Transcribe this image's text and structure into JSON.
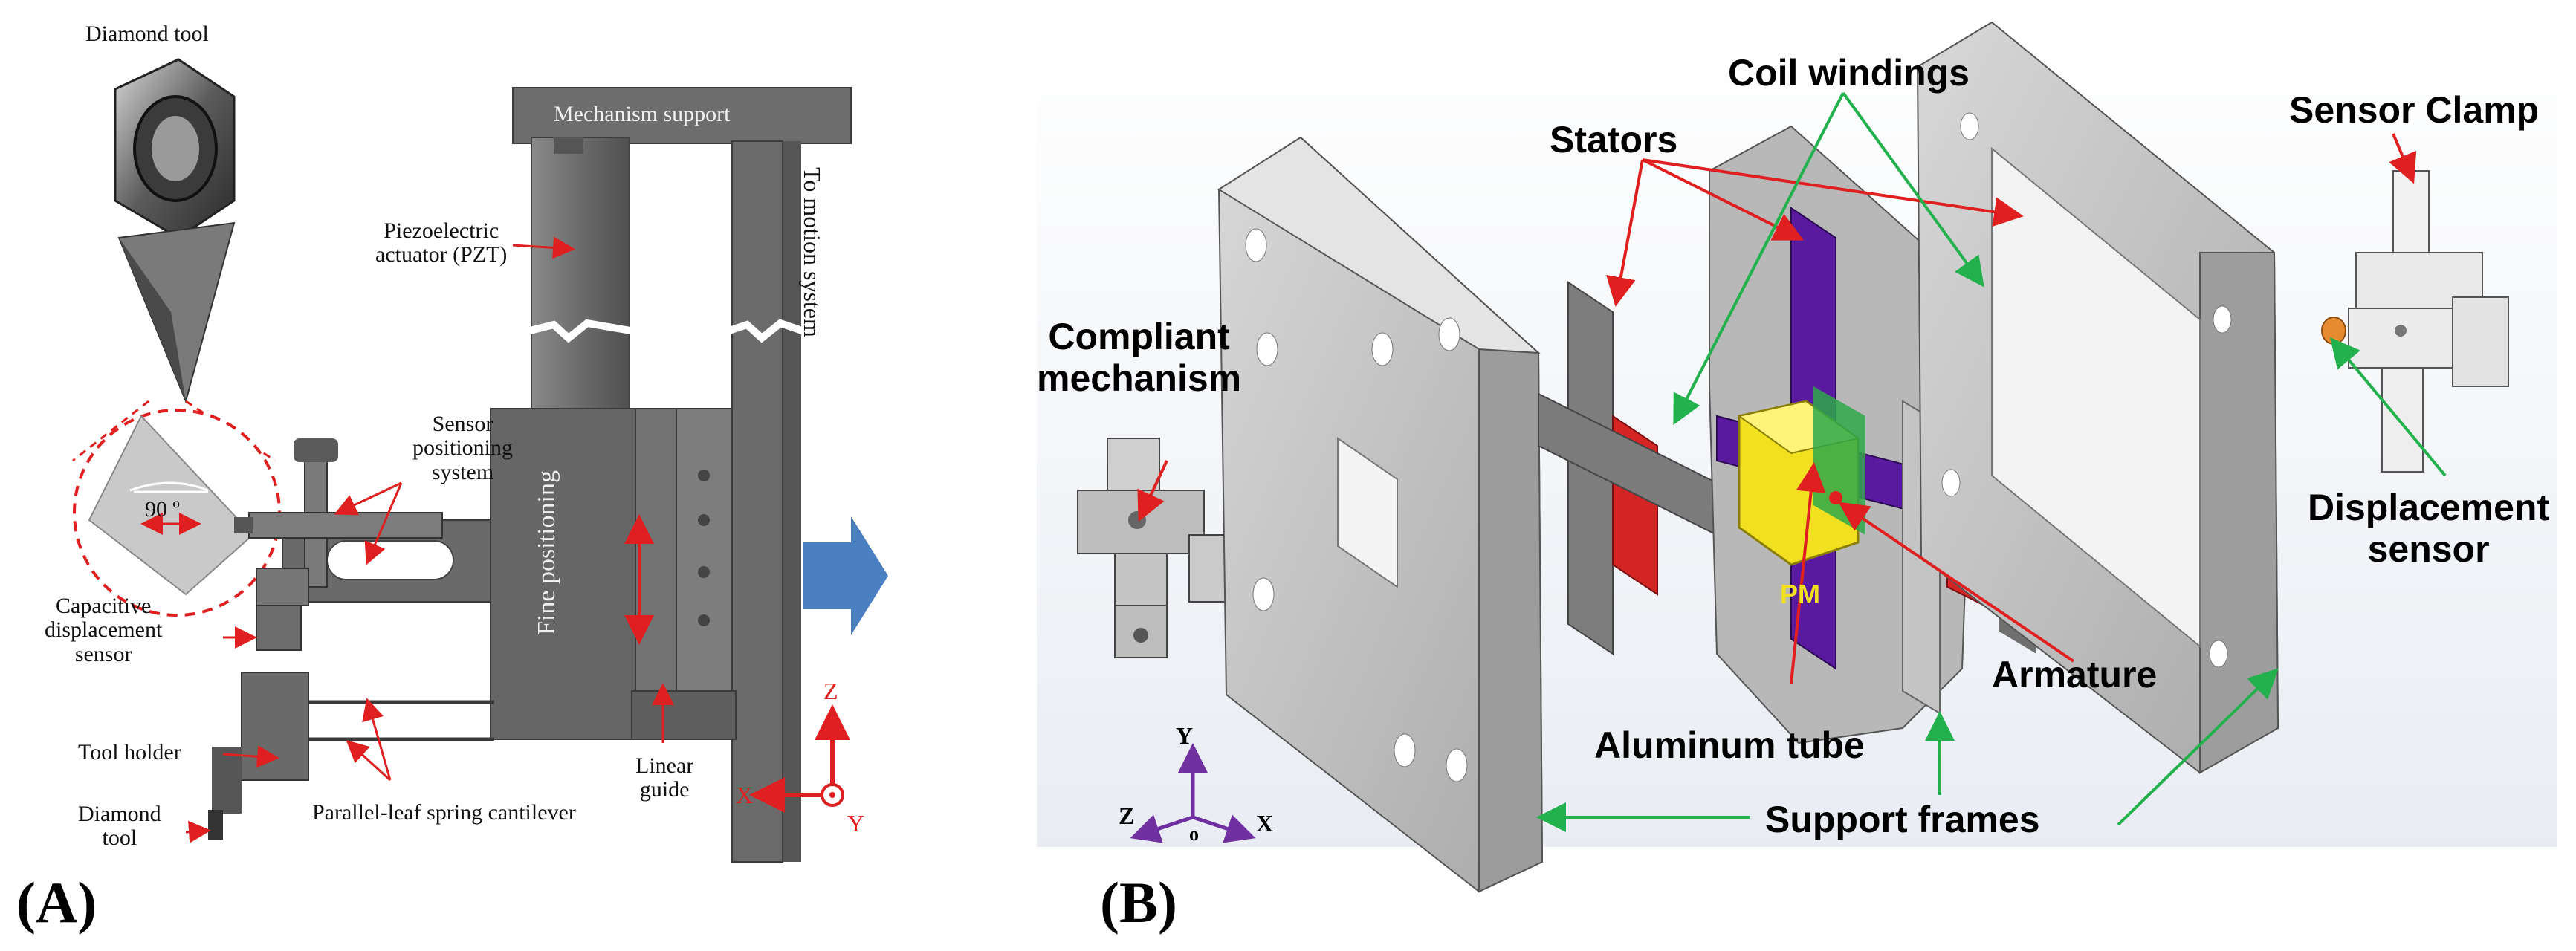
{
  "panels": {
    "a_tag": "(A)",
    "b_tag": "(B)"
  },
  "panel_a": {
    "diamond_tool_top": "Diamond tool",
    "mechanism_support": "Mechanism support",
    "piezo_line1": "Piezoelectric",
    "piezo_line2": "actuator (PZT)",
    "angle": "90 º",
    "sensor_pos_line1": "Sensor",
    "sensor_pos_line2": "positioning",
    "sensor_pos_line3": "system",
    "fine_positioning": "Fine positioning",
    "to_motion_system": "To motion system",
    "cap_line1": "Capacitive",
    "cap_line2": "displacement",
    "cap_line3": "sensor",
    "tool_holder": "Tool holder",
    "diamond_tool_line1": "Diamond",
    "diamond_tool_line2": "tool",
    "parallel_leaf": "Parallel-leaf spring cantilever",
    "linear_guide_line1": "Linear",
    "linear_guide_line2": "guide",
    "axis_z": "Z",
    "axis_x": "X",
    "axis_y": "Y"
  },
  "panel_b": {
    "coil_windings": "Coil windings",
    "stators": "Stators",
    "sensor_clamp": "Sensor Clamp",
    "compliant_line1": "Compliant",
    "compliant_line2": "mechanism",
    "displacement_line1": "Displacement",
    "displacement_line2": "sensor",
    "pm": "PM",
    "armature": "Armature",
    "aluminum_tube": "Aluminum tube",
    "support_frames": "Support frames",
    "axis_y": "Y",
    "axis_z": "Z",
    "axis_x": "X",
    "axis_o": "o"
  },
  "colors": {
    "arrow_red": "#e02020",
    "arrow_green": "#22b14c",
    "motion_arrow": "#4a7fc1",
    "armature_red": "#d42424",
    "pm_yellow": "#f0e020",
    "stator_purple": "#5a1aa0",
    "axis_purple": "#7030a0",
    "axis_red": "#e02020"
  }
}
